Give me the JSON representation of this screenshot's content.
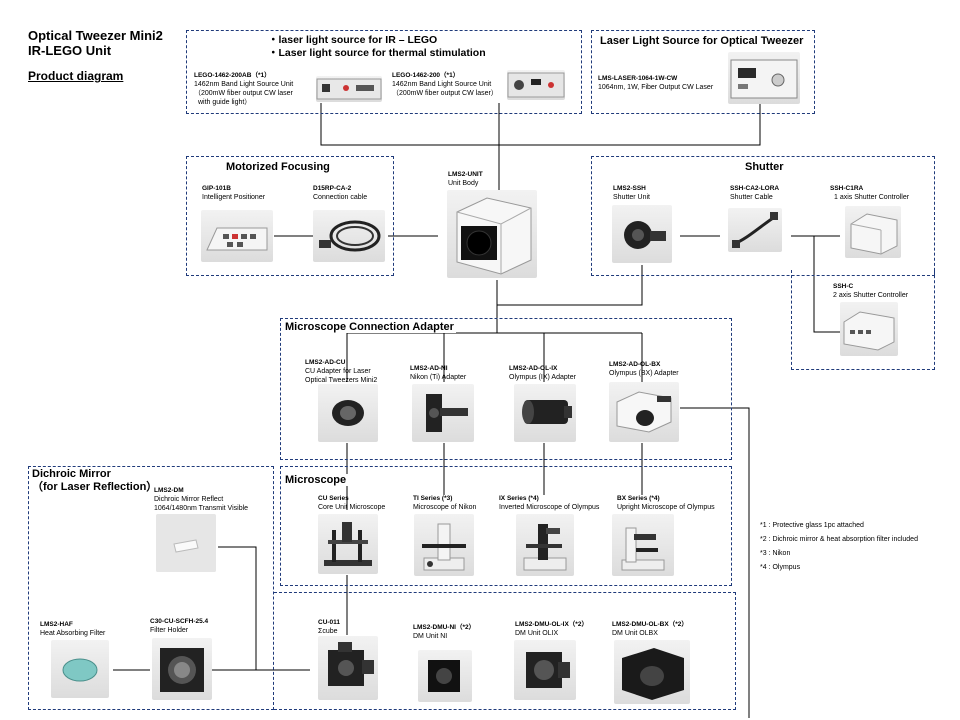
{
  "header": {
    "title_line1": "Optical Tweezer Mini2",
    "title_line2": "IR-LEGO Unit",
    "diagram_label": "Product diagram"
  },
  "groups": {
    "ir_lego": {
      "line1": "・laser light source for IR – LEGO",
      "line2": "・Laser light source for thermal stimulation"
    },
    "laser_source": "Laser Light Source for Optical Tweezer",
    "motorized": "Motorized Focusing",
    "shutter": "Shutter",
    "adapter": "Microscope Connection Adapter",
    "microscope": "Microscope",
    "dichroic": {
      "line1": "Dichroic Mirror",
      "line2": "（for Laser Reflection）"
    }
  },
  "items": {
    "lego_200ab": {
      "code": "LEGO-1462-200AB（*1）",
      "desc1": "1462nm Band Light Source Unit",
      "desc2": "（200mW fiber output CW laser",
      "desc3": "with guide light）"
    },
    "lego_200": {
      "code": "LEGO-1462-200（*1）",
      "desc1": "1462nm Band Light Source Unit",
      "desc2": "（200mW fiber output CW laser）"
    },
    "lms_laser": {
      "code": "LMS-LASER-1064-1W-CW",
      "desc1": "1064nm, 1W, Fiber Output CW Laser"
    },
    "gip": {
      "code": "GIP-101B",
      "desc1": "Intelligent Positioner"
    },
    "d15rp": {
      "code": "D15RP-CA-2",
      "desc1": "Connection cable"
    },
    "unit": {
      "code": "LMS2-UNIT",
      "desc1": "Unit Body"
    },
    "ssh": {
      "code": "LMS2-SSH",
      "desc1": "Shutter Unit"
    },
    "ssh_ca2": {
      "code": "SSH-CA2-LORA",
      "desc1": "Shutter Cable"
    },
    "ssh_c1ra": {
      "code": "SSH-C1RA",
      "desc1": "1 axis Shutter Controller"
    },
    "ssh_c": {
      "code": "SSH-C",
      "desc1": "2 axis Shutter Controller"
    },
    "ad_cu": {
      "code": "LMS2-AD-CU",
      "desc1": "CU Adapter for Laser",
      "desc2": "Optical Tweezers Mini2"
    },
    "ad_ni": {
      "code": "LMS2-AD-NI",
      "desc1": "Nikon (Ti) Adapter"
    },
    "ad_ix": {
      "code": "LMS2-AD-OL-IX",
      "desc1": "Olympus (IX) Adapter"
    },
    "ad_bx": {
      "code": "LMS2-AD-OL-BX",
      "desc1": "Olympus (BX) Adapter"
    },
    "cu_series": {
      "code": "CU Series",
      "desc1": "Core Unit Microscope"
    },
    "ti_series": {
      "code": "TI Series (*3)",
      "desc1": "Microscope of Nikon"
    },
    "ix_series": {
      "code": "IX Series (*4)",
      "desc1": "Inverted Microscope of Olympus"
    },
    "bx_series": {
      "code": "BX Series (*4)",
      "desc1": "Upright Microscope of Olympus"
    },
    "dm": {
      "code": "LMS2-DM",
      "desc1": "Dichroic Mirror Reflect",
      "desc2": "1064/1480nm  Transmit Visible"
    },
    "haf": {
      "code": "LMS2-HAF",
      "desc1": "Heat Absorbing Filter"
    },
    "c30": {
      "code": "C30-CU-SCFH-25.4",
      "desc1": "Filter Holder"
    },
    "cu011": {
      "code": "CU-011",
      "desc1": "Σcube"
    },
    "dmu_ni": {
      "code": "LMS2-DMU-NI（*2）",
      "desc1": "DM Unit NI"
    },
    "dmu_ix": {
      "code": "LMS2-DMU-OL-IX（*2）",
      "desc1": "DM Unit OLIX"
    },
    "dmu_bx": {
      "code": "LMS2-DMU-OL-BX（*2）",
      "desc1": "DM Unit OLBX"
    }
  },
  "notes": [
    "*1 : Protective glass 1pc attached",
    "*2 : Dichroic mirror & heat absorption  filter included",
    "*3 : Nikon",
    "*4 : Olympus"
  ],
  "colors": {
    "group_border": "#1f3a7a",
    "connector": "#000000"
  }
}
